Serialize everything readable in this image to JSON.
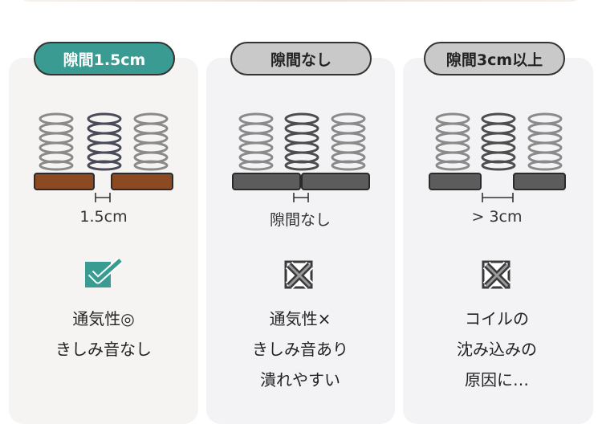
{
  "cards": [
    {
      "title": "隙間1.5cm",
      "gap_label": "1.5cm",
      "icon": "checked-box-icon",
      "lines": [
        "通気性◎",
        "きしみ音なし"
      ],
      "colors": {
        "accent": "#3a9b92",
        "pad": "#8b4a22",
        "coil_mid": "#4a4a58"
      }
    },
    {
      "title": "隙間なし",
      "gap_label": "隙間なし",
      "icon": "x-box-icon",
      "lines": [
        "通気性×",
        "きしみ音あり",
        "潰れやすい"
      ],
      "colors": {
        "pad": "#5c5c5c",
        "coil_mid": "#4d4d4d"
      }
    },
    {
      "title": "隙間3cm以上",
      "gap_label": "> 3cm",
      "icon": "x-box-icon",
      "lines": [
        "コイルの",
        "沈み込みの",
        "原因に…"
      ],
      "colors": {
        "pad": "#5c5c5c",
        "coil_mid": "#4d4d4d"
      }
    }
  ]
}
